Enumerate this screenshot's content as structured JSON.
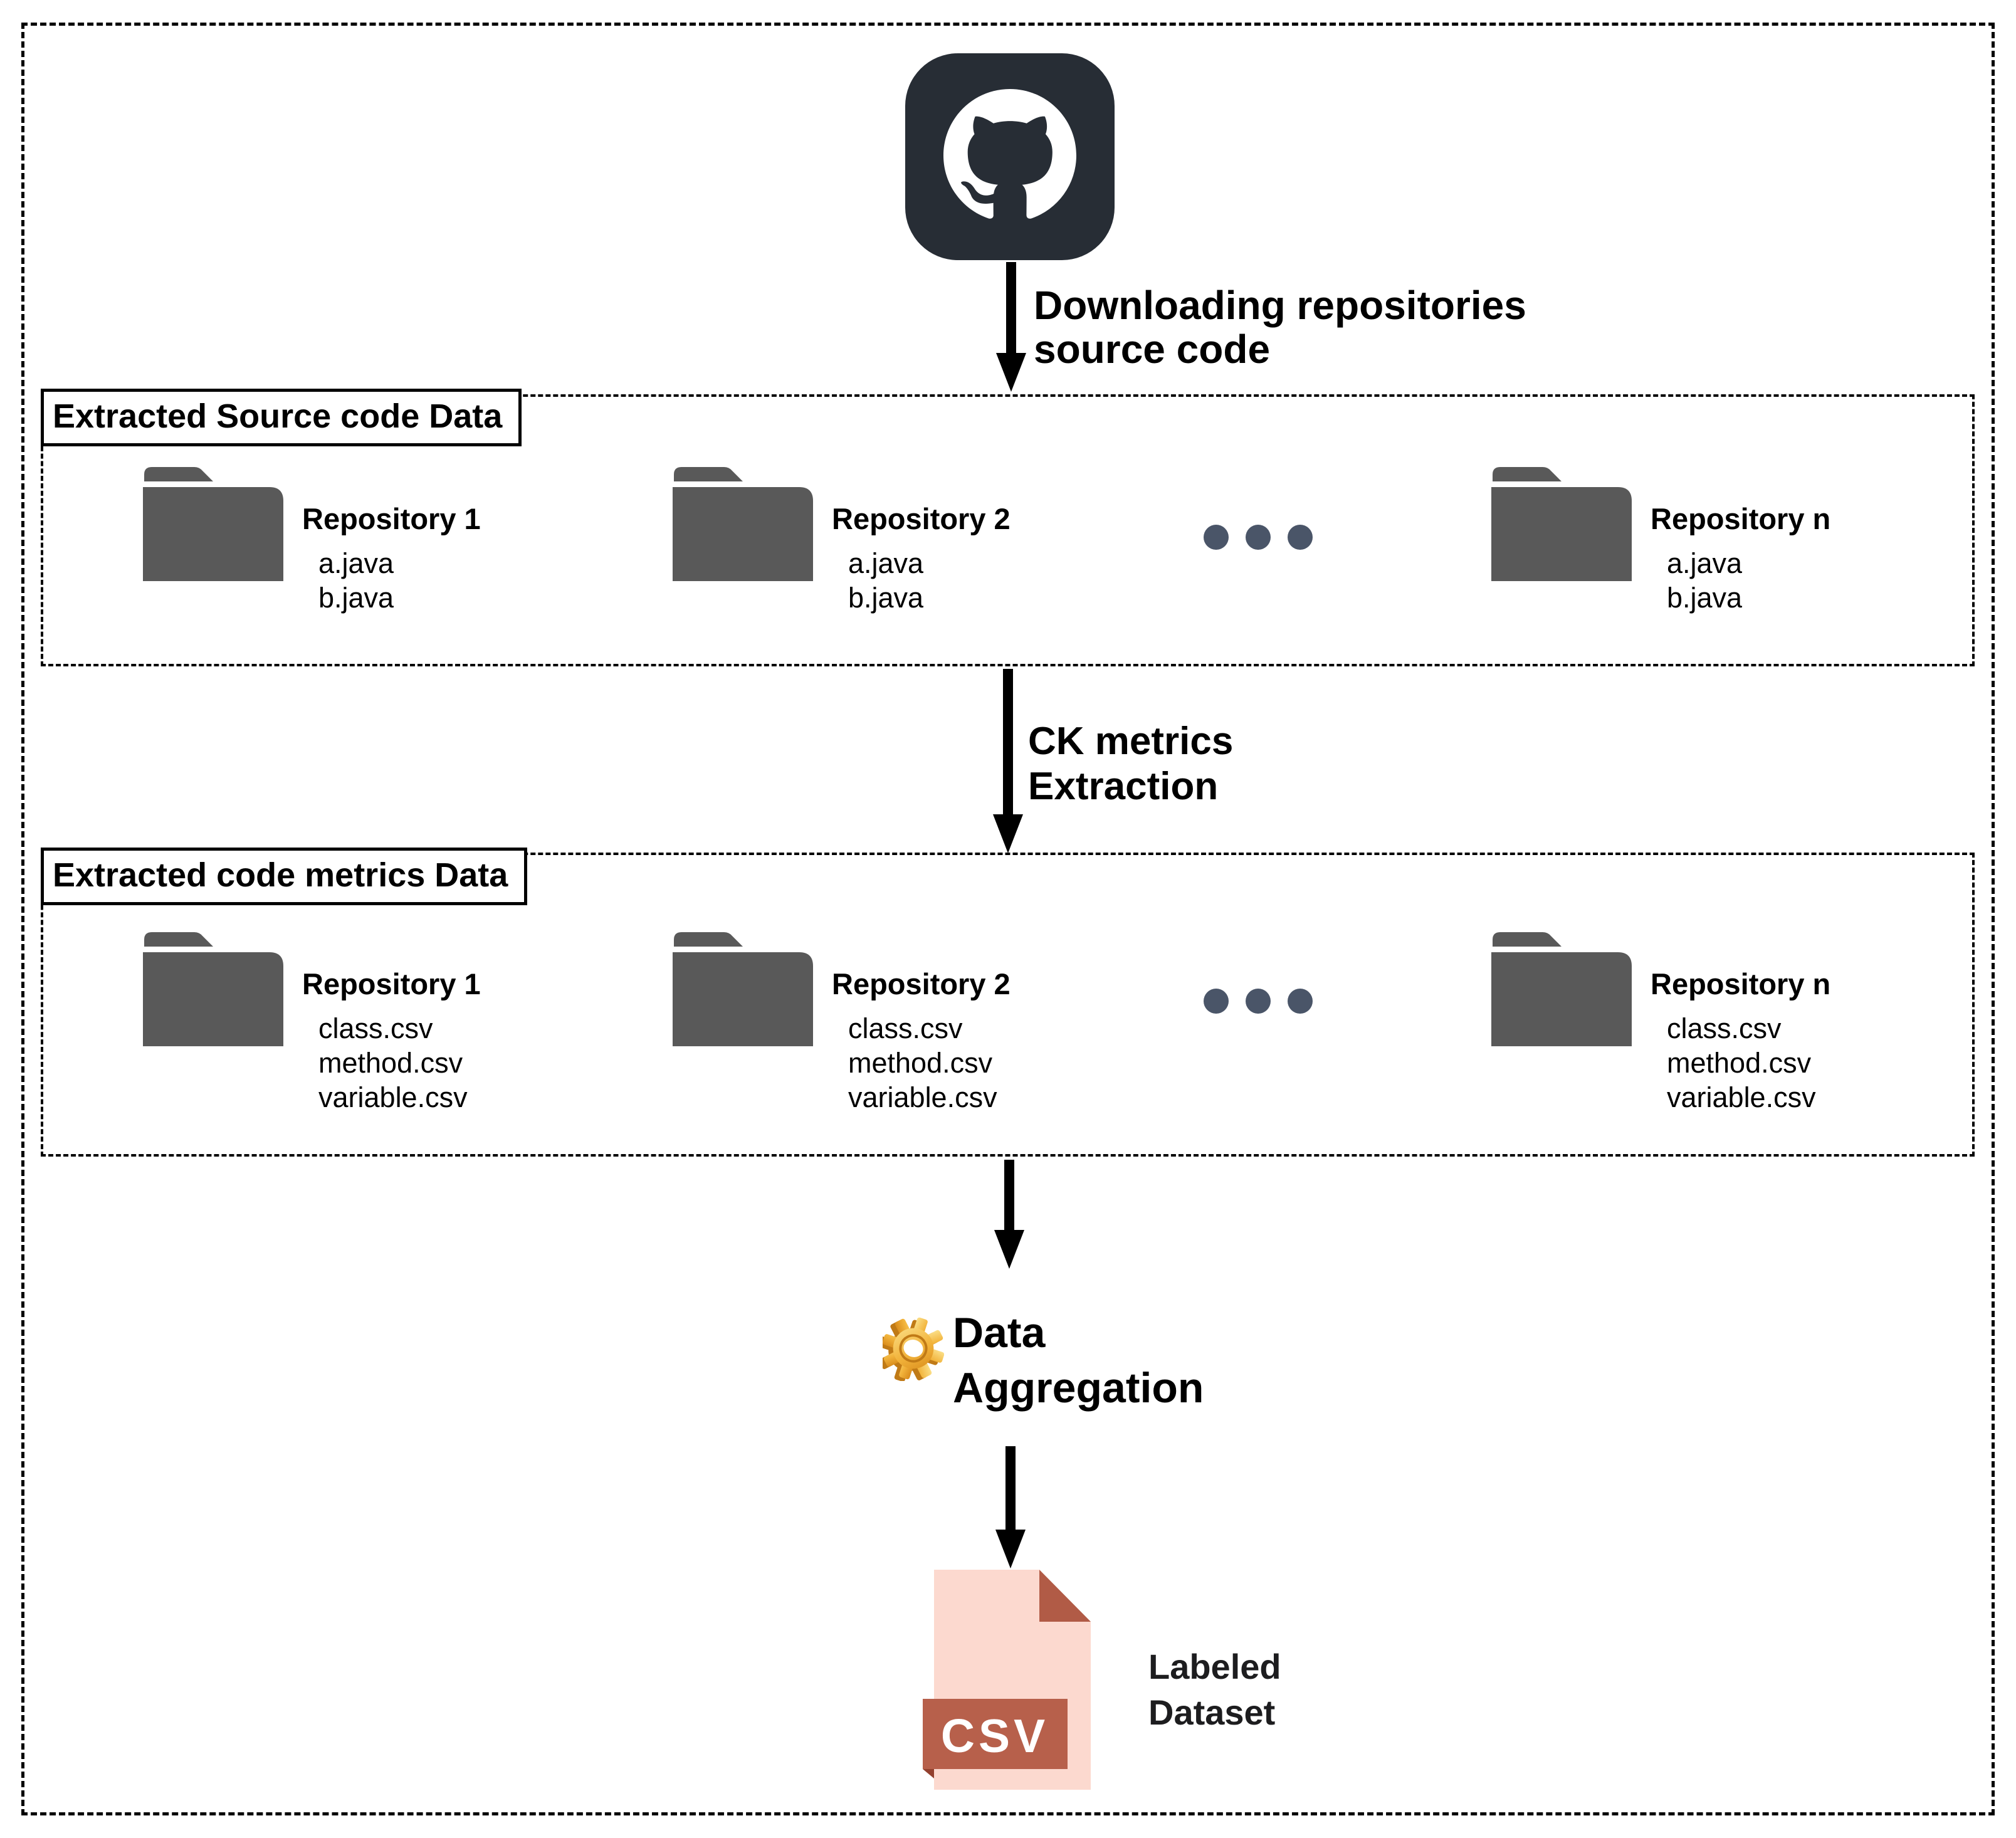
{
  "github_icon": {
    "name": "github"
  },
  "step_download": {
    "line1": "Downloading repositories",
    "line2": "source code"
  },
  "box_source": {
    "label": "Extracted Source code Data",
    "repos": [
      {
        "title": "Repository 1",
        "files": [
          "a.java",
          "b.java"
        ]
      },
      {
        "title": "Repository 2",
        "files": [
          "a.java",
          "b.java"
        ]
      },
      {
        "title": "Repository n",
        "files": [
          "a.java",
          "b.java"
        ]
      }
    ]
  },
  "step_ck": {
    "line1": "CK metrics",
    "line2": "Extraction"
  },
  "box_metrics": {
    "label": "Extracted code metrics Data",
    "repos": [
      {
        "title": "Repository 1",
        "files": [
          "class.csv",
          "method.csv",
          "variable.csv"
        ]
      },
      {
        "title": "Repository 2",
        "files": [
          "class.csv",
          "method.csv",
          "variable.csv"
        ]
      },
      {
        "title": "Repository n",
        "files": [
          "class.csv",
          "method.csv",
          "variable.csv"
        ]
      }
    ]
  },
  "step_aggregation": {
    "line1": "Data",
    "line2": "Aggregation"
  },
  "output_file": {
    "badge": "CSV",
    "line1": "Labeled",
    "line2": "Dataset"
  },
  "colors": {
    "github_dark": "#272d35",
    "folder_gray": "#595959",
    "dots_slate": "#4a5568",
    "gear_gold": "#f2b43c",
    "csv_paper": "#fcd9cf",
    "csv_accent": "#b7604b",
    "text_black": "#000000"
  }
}
